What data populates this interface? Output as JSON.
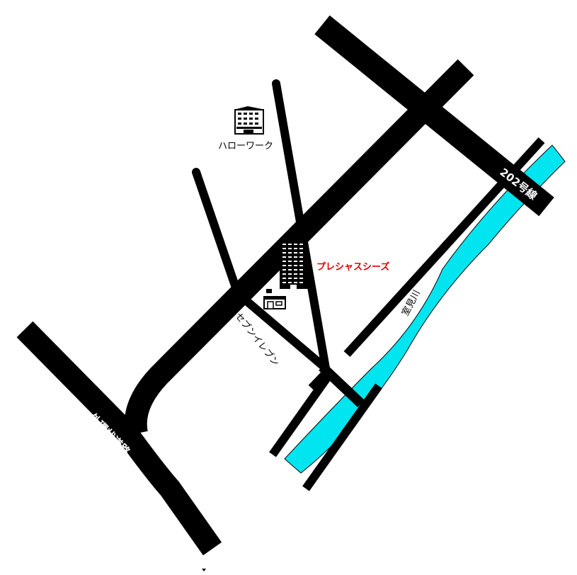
{
  "map": {
    "colors": {
      "road": "#000000",
      "river": "#00e5ef",
      "destination_text": "#e00000",
      "background": "#ffffff"
    },
    "labels": {
      "national_route": "202号線",
      "outer_ring_road": "外環状道路",
      "river": "室見川",
      "hello_work": "ハローワーク",
      "seven_eleven": "セブンイレブン",
      "destination": "プレシャスシーズ"
    },
    "icons": {
      "hello_work": "office-building-icon",
      "seven_eleven": "convenience-store-icon",
      "destination": "apartment-building-icon"
    }
  }
}
